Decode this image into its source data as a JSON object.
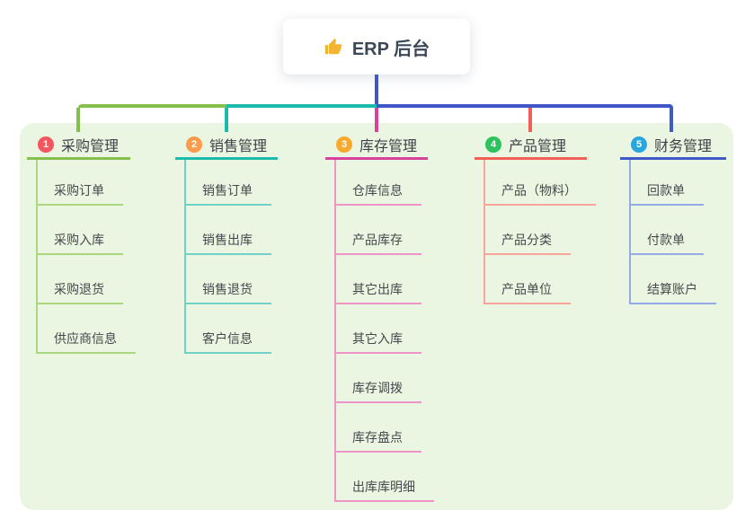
{
  "root": {
    "icon": "thumbs-up-icon",
    "title": "ERP 后台"
  },
  "colors": {
    "canvas_bg": "#ffffff",
    "panel_bg": "#eaf6e1",
    "root_connector": "#4156c6",
    "root_text": "#3c4757",
    "branch_title_text": "#3d4247",
    "item_text": "#45494e",
    "thumb_icon": "#f2b431"
  },
  "branches": [
    {
      "badge": "1",
      "title": "采购管理",
      "badge_color": "#f2575f",
      "line_color": "#85c04d",
      "sub_line_color": "#abd77e",
      "items": [
        "采购订单",
        "采购入库",
        "采购退货",
        "供应商信息"
      ]
    },
    {
      "badge": "2",
      "title": "销售管理",
      "badge_color": "#fb9c4c",
      "line_color": "#1cb9ad",
      "sub_line_color": "#70d1c7",
      "items": [
        "销售订单",
        "销售出库",
        "销售退货",
        "客户信息"
      ]
    },
    {
      "badge": "3",
      "title": "库存管理",
      "badge_color": "#f7a92e",
      "line_color": "#d8429f",
      "sub_line_color": "#ef94c6",
      "items": [
        "仓库信息",
        "产品库存",
        "其它出库",
        "其它入库",
        "库存调拨",
        "库存盘点",
        "出库库明细"
      ]
    },
    {
      "badge": "4",
      "title": "产品管理",
      "badge_color": "#2dc25e",
      "line_color": "#f06056",
      "sub_line_color": "#f8a49d",
      "items": [
        "产品（物料）",
        "产品分类",
        "产品单位"
      ]
    },
    {
      "badge": "5",
      "title": "财务管理",
      "badge_color": "#2aa6df",
      "line_color": "#3f5ac8",
      "sub_line_color": "#94aae5",
      "items": [
        "回款单",
        "付款单",
        "结算账户"
      ]
    }
  ]
}
